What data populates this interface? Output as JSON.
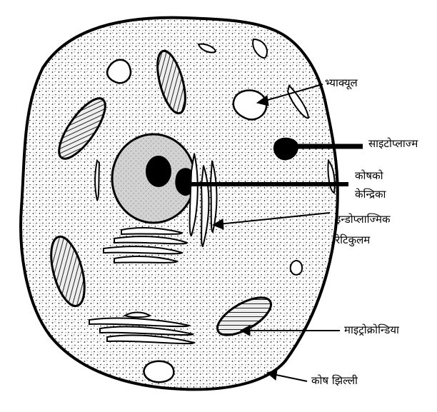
{
  "diagram": {
    "labels": {
      "vacuole": "भ्याक्यूल",
      "cytoplasm": "साइटोप्लाज्म",
      "nucleolus_line1": "कोषको",
      "nucleolus_line2": "केन्द्रिका",
      "er_line1": "इन्डोप्लाज्मिक",
      "er_line2": "रेटिकुलम",
      "mitochondria": "माइट्रोक्रोन्डिया",
      "cell_membrane": "कोष  झिल्ली"
    },
    "colors": {
      "ink": "#000000",
      "nucleus_fill": "#cfcfcf",
      "paper": "#ffffff"
    }
  }
}
